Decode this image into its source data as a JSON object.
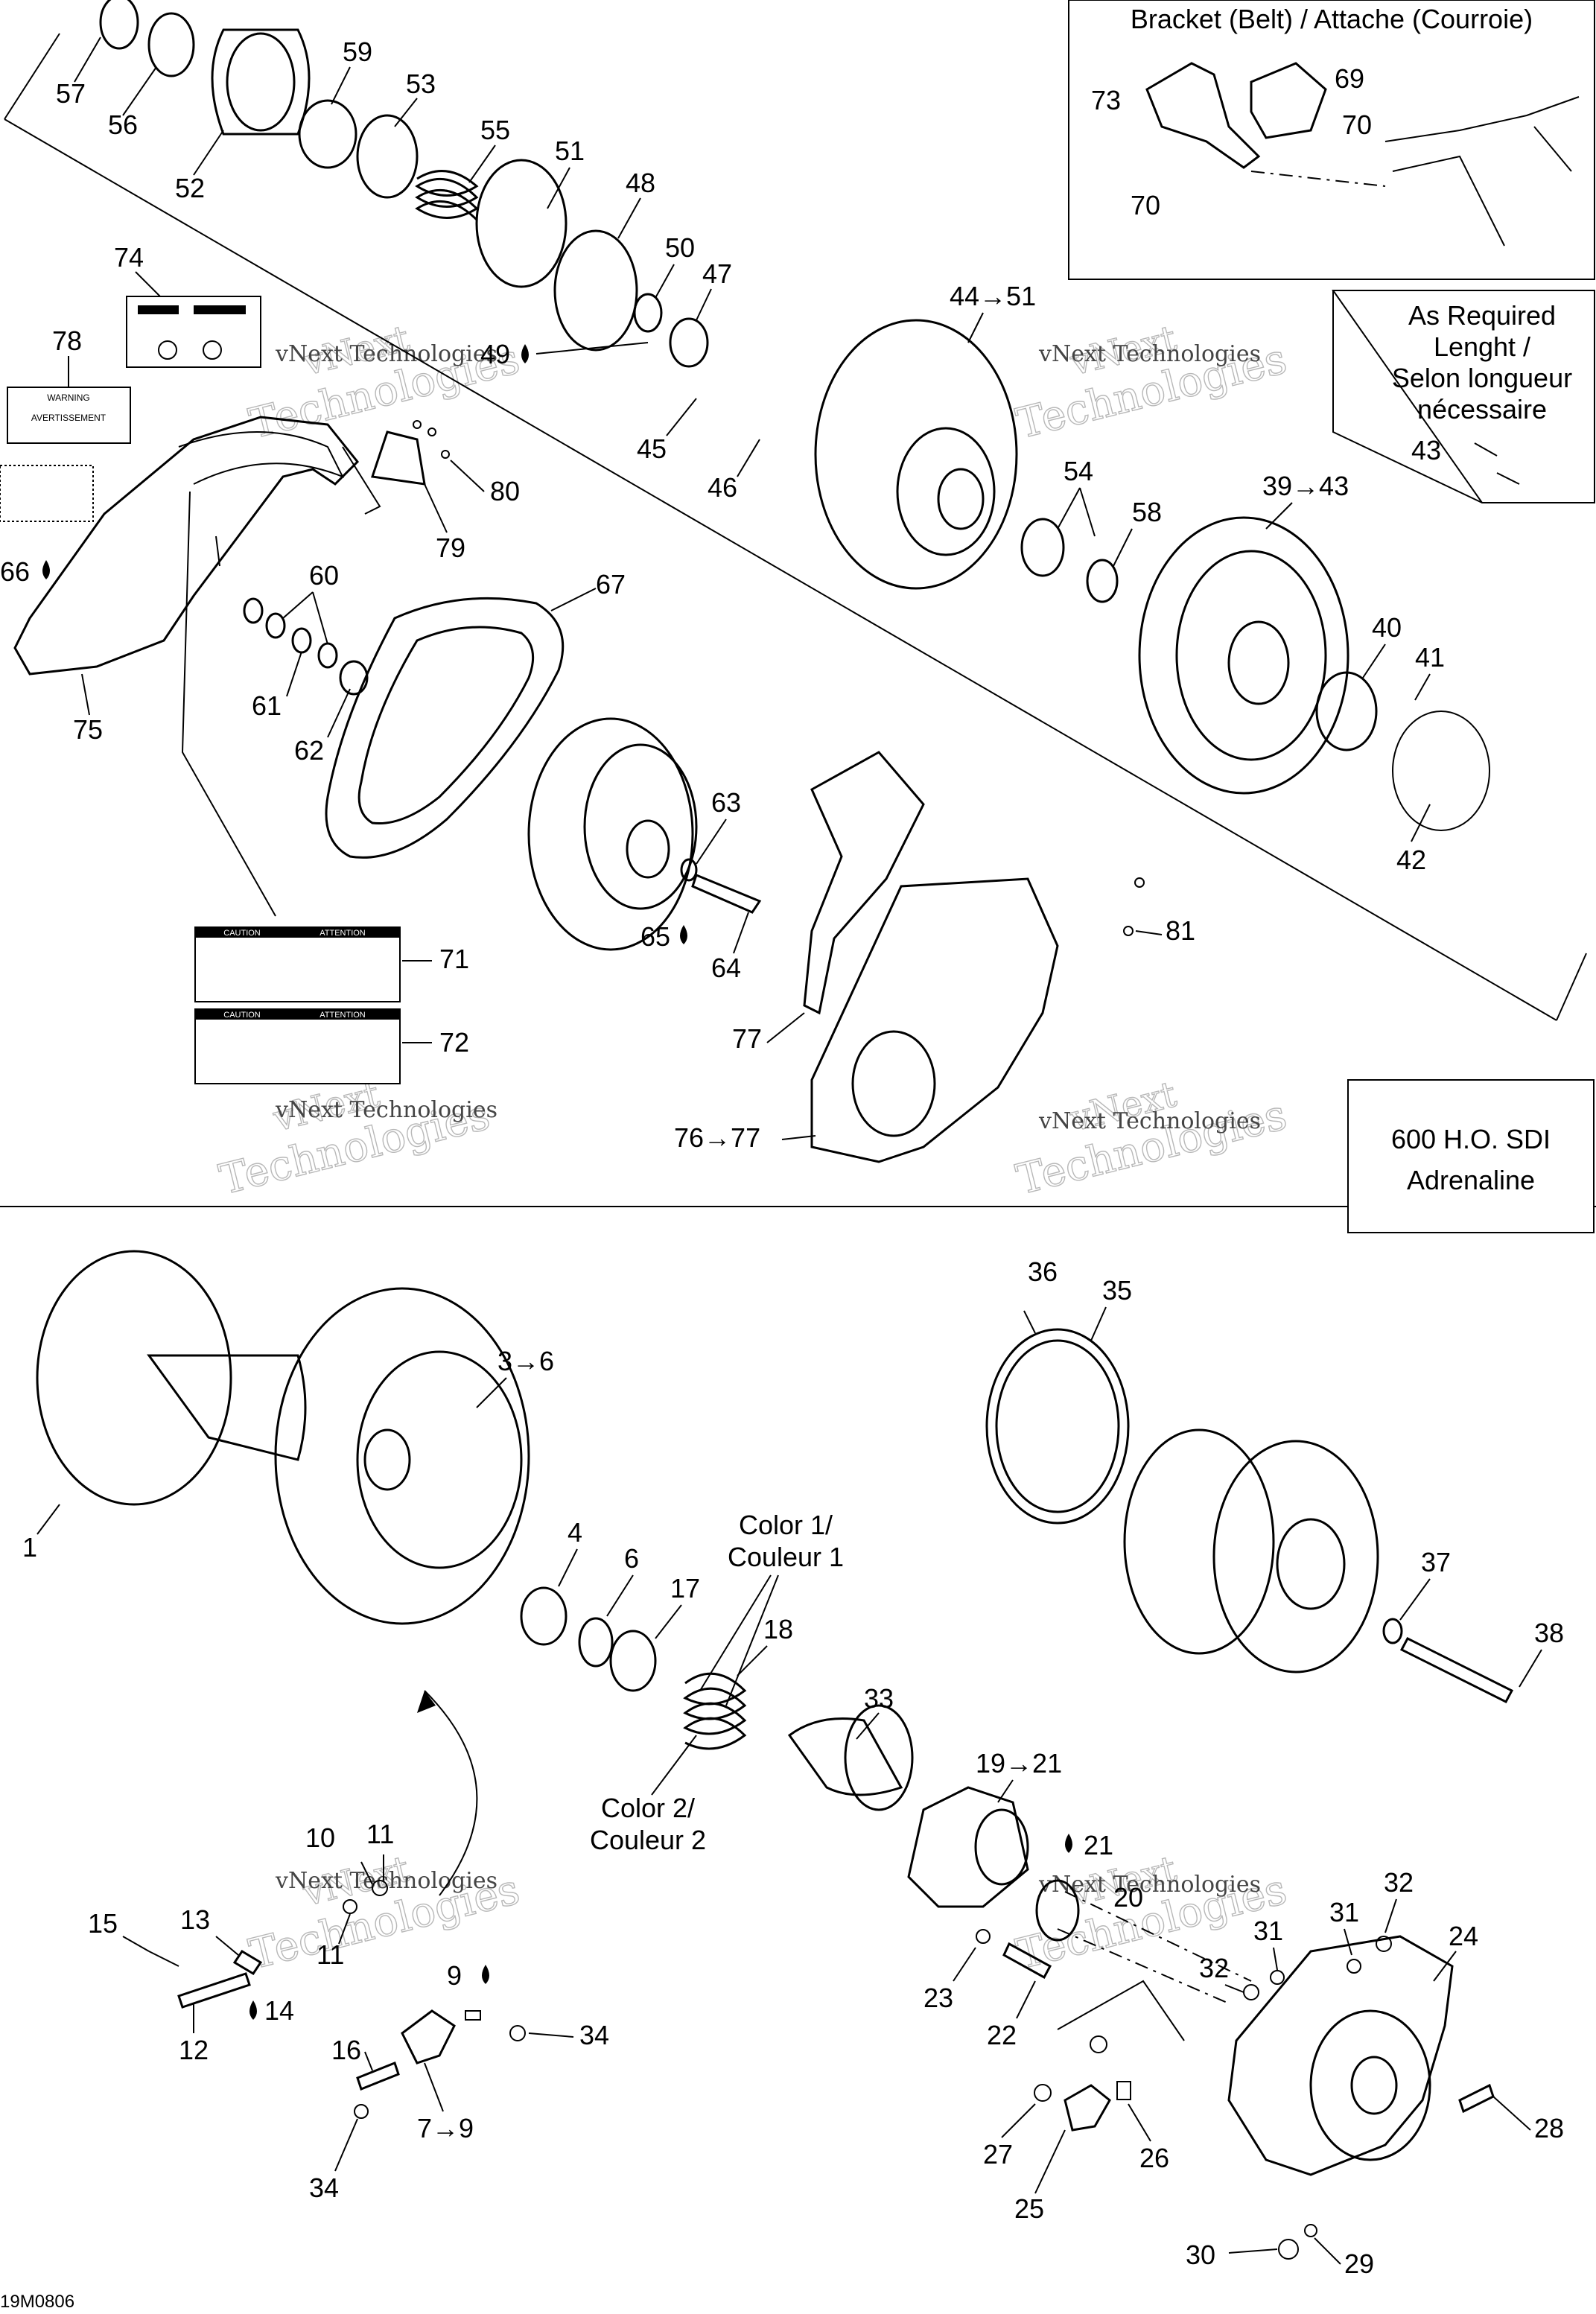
{
  "diagram_code": "19M0806",
  "watermark": {
    "line1": "vNext",
    "line2": "Technologies",
    "caption": "vNext Technologies"
  },
  "boxes": {
    "bracket_title": "Bracket (Belt) / Attache (Courroie)",
    "as_required": [
      "As Required",
      "Lenght /",
      "Selon longueur",
      "nécessaire"
    ],
    "model": [
      "600 H.O. SDI",
      "Adrenaline"
    ],
    "color1": [
      "Color 1/",
      "Couleur 1"
    ],
    "color2": [
      "Color 2/",
      "Couleur 2"
    ]
  },
  "decals": {
    "caution": "CAUTION",
    "attention": "ATTENTION",
    "warning": "WARNING",
    "avertissement": "AVERTISSEMENT"
  },
  "labels": {
    "l57": "57",
    "l56": "56",
    "l52": "52",
    "l59": "59",
    "l53": "53",
    "l55": "55",
    "l51": "51",
    "l48": "48",
    "l50": "50",
    "l47": "47",
    "l49": "49",
    "l73": "73",
    "l69": "69",
    "l70a": "70",
    "l70b": "70",
    "l74": "74",
    "l78": "78",
    "l66": "66",
    "l75": "75",
    "l60": "60",
    "l61": "61",
    "l62": "62",
    "l80": "80",
    "l79": "79",
    "l45": "45",
    "l46": "46",
    "l44": "44→51",
    "l54": "54",
    "l58": "58",
    "l39": "39→43",
    "l43": "43",
    "l40": "40",
    "l41": "41",
    "l42": "42",
    "l67": "67",
    "l63": "63",
    "l65": "65",
    "l64": "64",
    "l81": "81",
    "l77": "77",
    "l76": "76→77",
    "l71": "71",
    "l72": "72",
    "l36": "36",
    "l35": "35",
    "l3": "3→6",
    "l1": "1",
    "l4": "4",
    "l6": "6",
    "l17": "17",
    "l18": "18",
    "l33": "33",
    "l37": "37",
    "l38": "38",
    "l19": "19→21",
    "l21": "21",
    "l20": "20",
    "l10": "10",
    "l11a": "11",
    "l11b": "11",
    "l15": "15",
    "l13": "13",
    "l14": "14",
    "l12": "12",
    "l9": "9",
    "l34a": "34",
    "l34b": "34",
    "l16": "16",
    "l7": "7→9",
    "l23": "23",
    "l22": "22",
    "l31a": "31",
    "l32a": "32",
    "l31b": "31",
    "l32b": "32",
    "l24": "24",
    "l27": "27",
    "l26": "26",
    "l25": "25",
    "l28": "28",
    "l30": "30",
    "l29": "29"
  }
}
